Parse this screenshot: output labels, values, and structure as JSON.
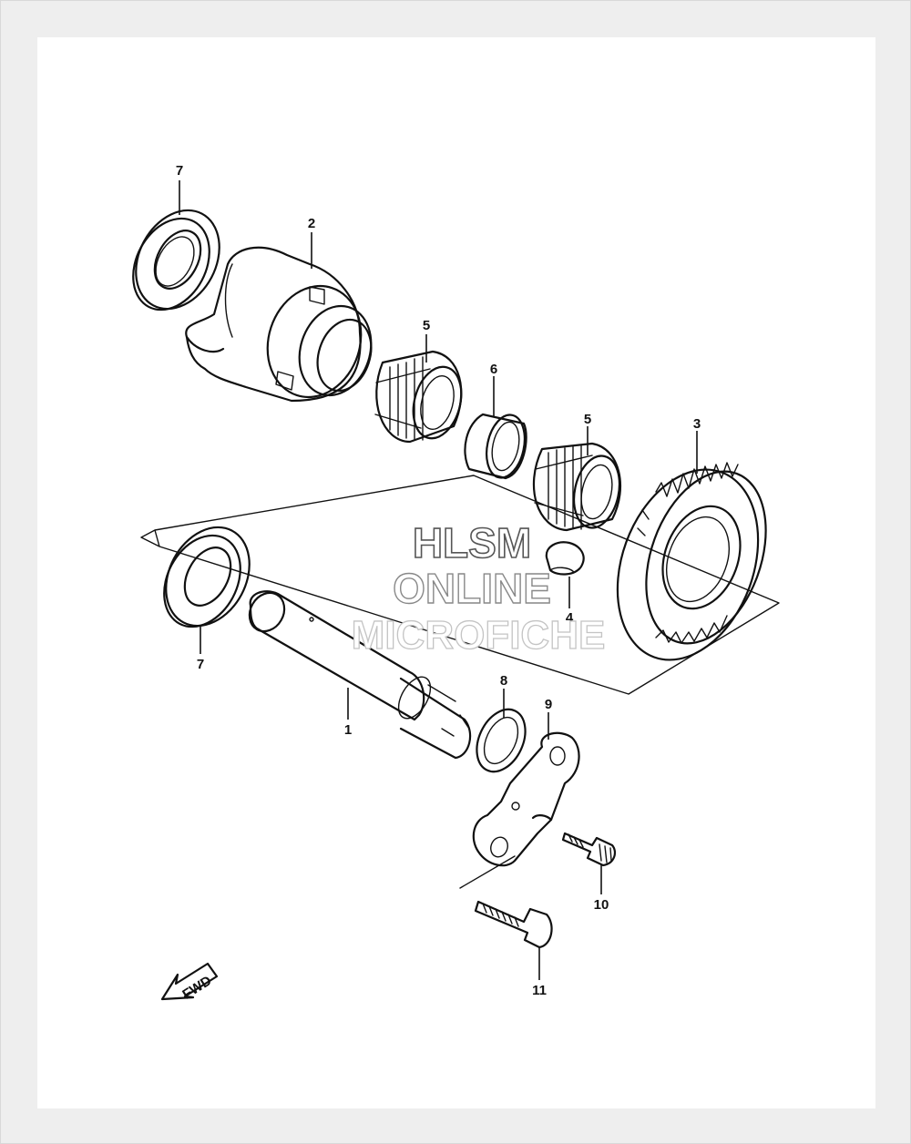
{
  "diagram": {
    "callouts": [
      {
        "id": "c7a",
        "label": "7"
      },
      {
        "id": "c2",
        "label": "2"
      },
      {
        "id": "c5a",
        "label": "5"
      },
      {
        "id": "c6",
        "label": "6"
      },
      {
        "id": "c5b",
        "label": "5"
      },
      {
        "id": "c3",
        "label": "3"
      },
      {
        "id": "c4",
        "label": "4"
      },
      {
        "id": "c7b",
        "label": "7"
      },
      {
        "id": "c8",
        "label": "8"
      },
      {
        "id": "c9",
        "label": "9"
      },
      {
        "id": "c1",
        "label": "1"
      },
      {
        "id": "c10",
        "label": "10"
      },
      {
        "id": "c11",
        "label": "11"
      }
    ],
    "fwd_label": "FWD",
    "watermark": {
      "line1": "HLSM",
      "line2": "ONLINE",
      "line3": "MICROFICHE"
    }
  }
}
